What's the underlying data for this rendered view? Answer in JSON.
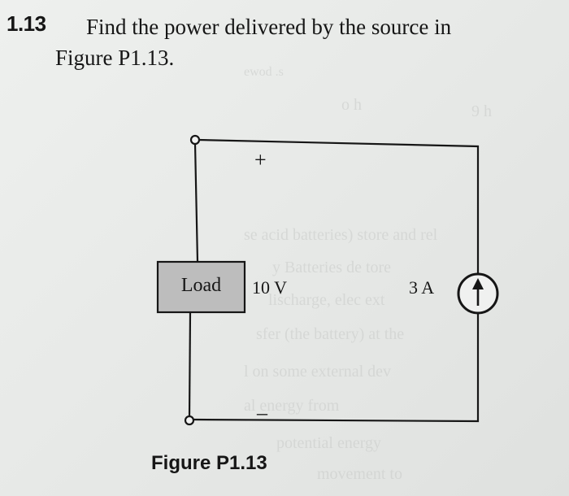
{
  "problem": {
    "number": "1.13",
    "text_line1": "Find the power delivered by the source in",
    "text_line2": "Figure P1.13."
  },
  "circuit": {
    "load_label": "Load",
    "voltage_label": "10 V",
    "polarity_plus": "+",
    "polarity_minus": "–",
    "current_label": "3 A",
    "source_type": "current-source",
    "source_arrow_direction": "up"
  },
  "figure_caption": "Figure P1.13",
  "colors": {
    "ink": "#161616",
    "load_fill": "#bdbdbd",
    "paper": "#e9ebe9"
  }
}
